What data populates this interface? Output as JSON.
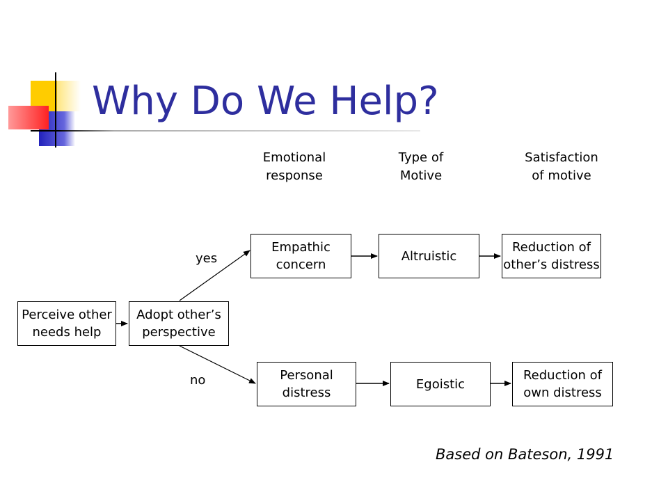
{
  "slide": {
    "title": "Why Do We Help?",
    "credit": "Based on Bateson, 1991"
  },
  "columns": {
    "emotional_response": "Emotional\nresponse",
    "type_of_motive": "Type of\nMotive",
    "satisfaction": "Satisfaction\nof motive"
  },
  "flow": {
    "perceive": "Perceive other\nneeds help",
    "adopt": "Adopt other’s\nperspective",
    "yes_label": "yes",
    "no_label": "no",
    "empathic": "Empathic\nconcern",
    "altruistic": "Altruistic",
    "reduction_others": "Reduction of\nother’s distress",
    "personal": "Personal\ndistress",
    "egoistic": "Egoistic",
    "reduction_own": "Reduction of\nown distress"
  },
  "colors": {
    "title": "#2e2e9e",
    "deco_yellow": "#ffcc00",
    "deco_blue": "#3333cc",
    "deco_red": "#ff3333"
  }
}
